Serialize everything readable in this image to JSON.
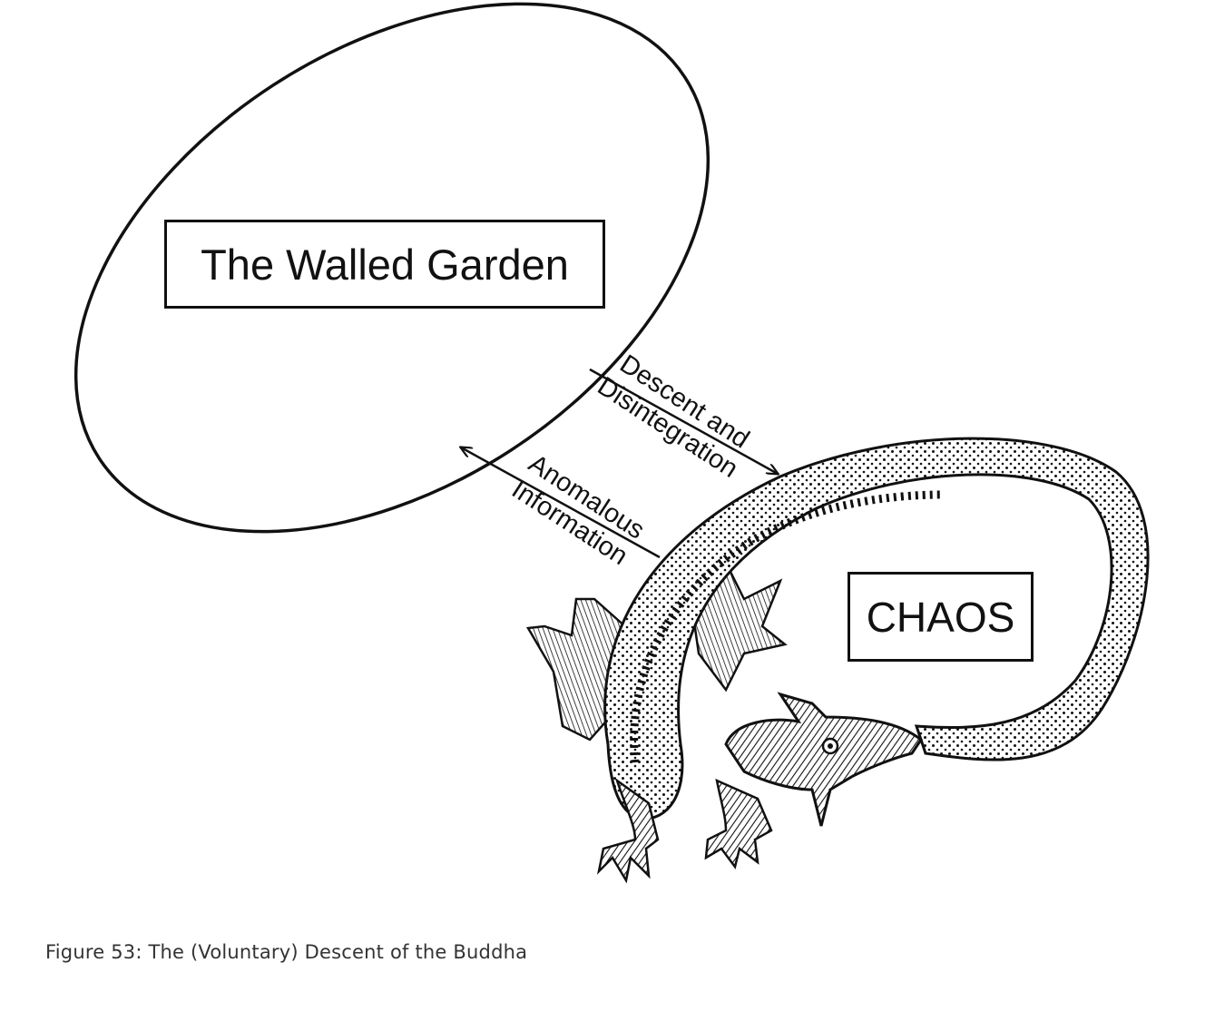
{
  "diagram": {
    "walled_garden_label": "The Walled Garden",
    "chaos_label": "CHAOS",
    "descent_line1": "Descent and",
    "descent_line2": "Disintegration",
    "anomalous_line1": "Anomalous",
    "anomalous_line2": "Information"
  },
  "caption": "Figure 53: The (Voluntary) Descent of the Buddha",
  "icons": {
    "dragon": "ouroboros-dragon-icon",
    "arrow_down": "arrow-right-down-icon",
    "arrow_up": "arrow-left-up-icon"
  },
  "colors": {
    "ink": "#111111",
    "paper": "#ffffff",
    "caption": "#333333"
  }
}
